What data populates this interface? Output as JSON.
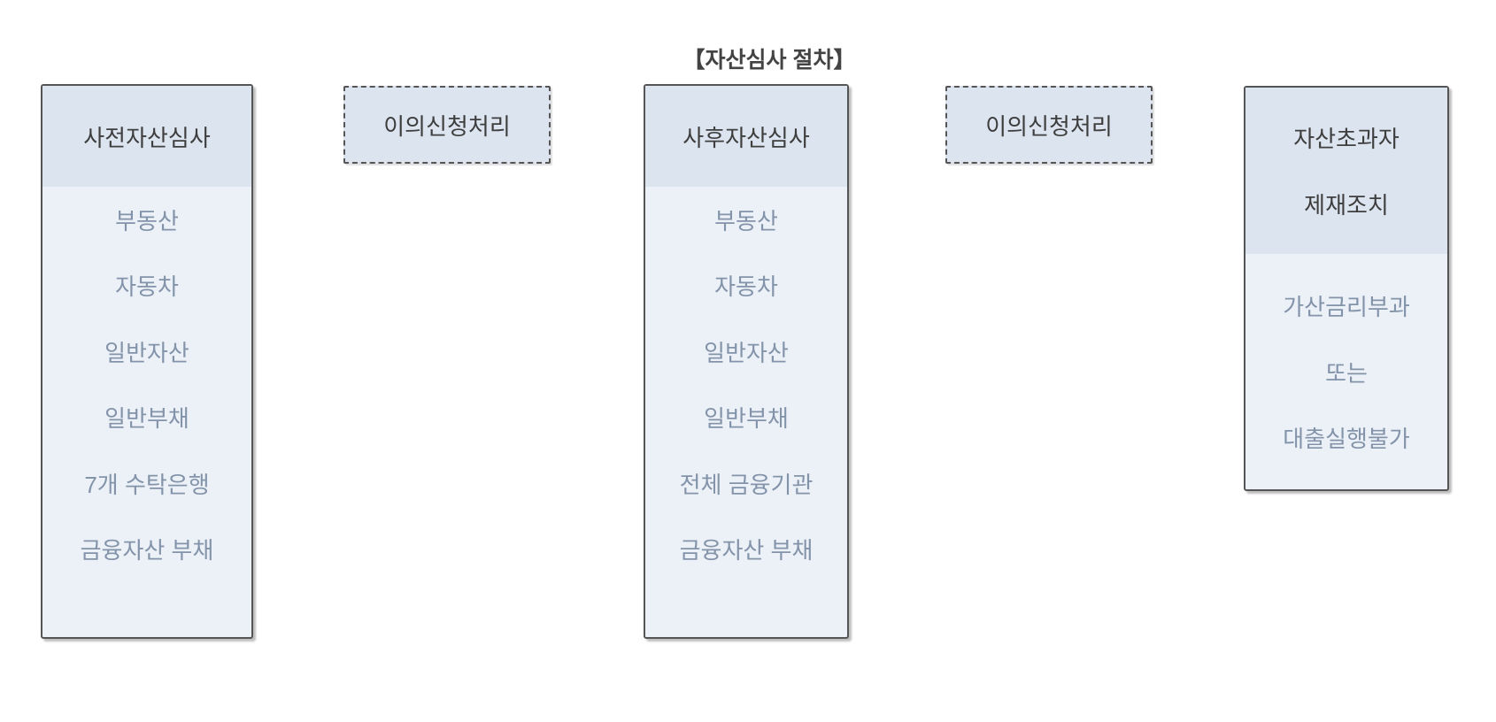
{
  "title": "【자산심사 절차】",
  "colors": {
    "border": "#555555",
    "header_bg": "#dce4ef",
    "body_bg": "#ecf1f7",
    "header_text": "#3e3e3e",
    "body_text": "#8393aa",
    "title_text": "#434343",
    "page_bg": "#ffffff"
  },
  "columns": [
    {
      "id": "pre-asset-review",
      "type": "solid",
      "header_lines": [
        "사전자산심사"
      ],
      "items": [
        "부동산",
        "자동차",
        "일반자산",
        "일반부채",
        "7개 수탁은행",
        "금융자산 부채"
      ]
    },
    {
      "id": "objection-processing-1",
      "type": "dashed",
      "header_lines": [
        "이의신청처리"
      ],
      "items": []
    },
    {
      "id": "post-asset-review",
      "type": "solid",
      "header_lines": [
        "사후자산심사"
      ],
      "items": [
        "부동산",
        "자동차",
        "일반자산",
        "일반부채",
        "전체 금융기관",
        "금융자산 부채"
      ]
    },
    {
      "id": "objection-processing-2",
      "type": "dashed",
      "header_lines": [
        "이의신청처리"
      ],
      "items": []
    },
    {
      "id": "asset-excess-sanctions",
      "type": "solid",
      "header_lines": [
        "자산초과자",
        "제재조치"
      ],
      "items": [
        "가산금리부과",
        "또는",
        "대출실행불가"
      ]
    }
  ]
}
